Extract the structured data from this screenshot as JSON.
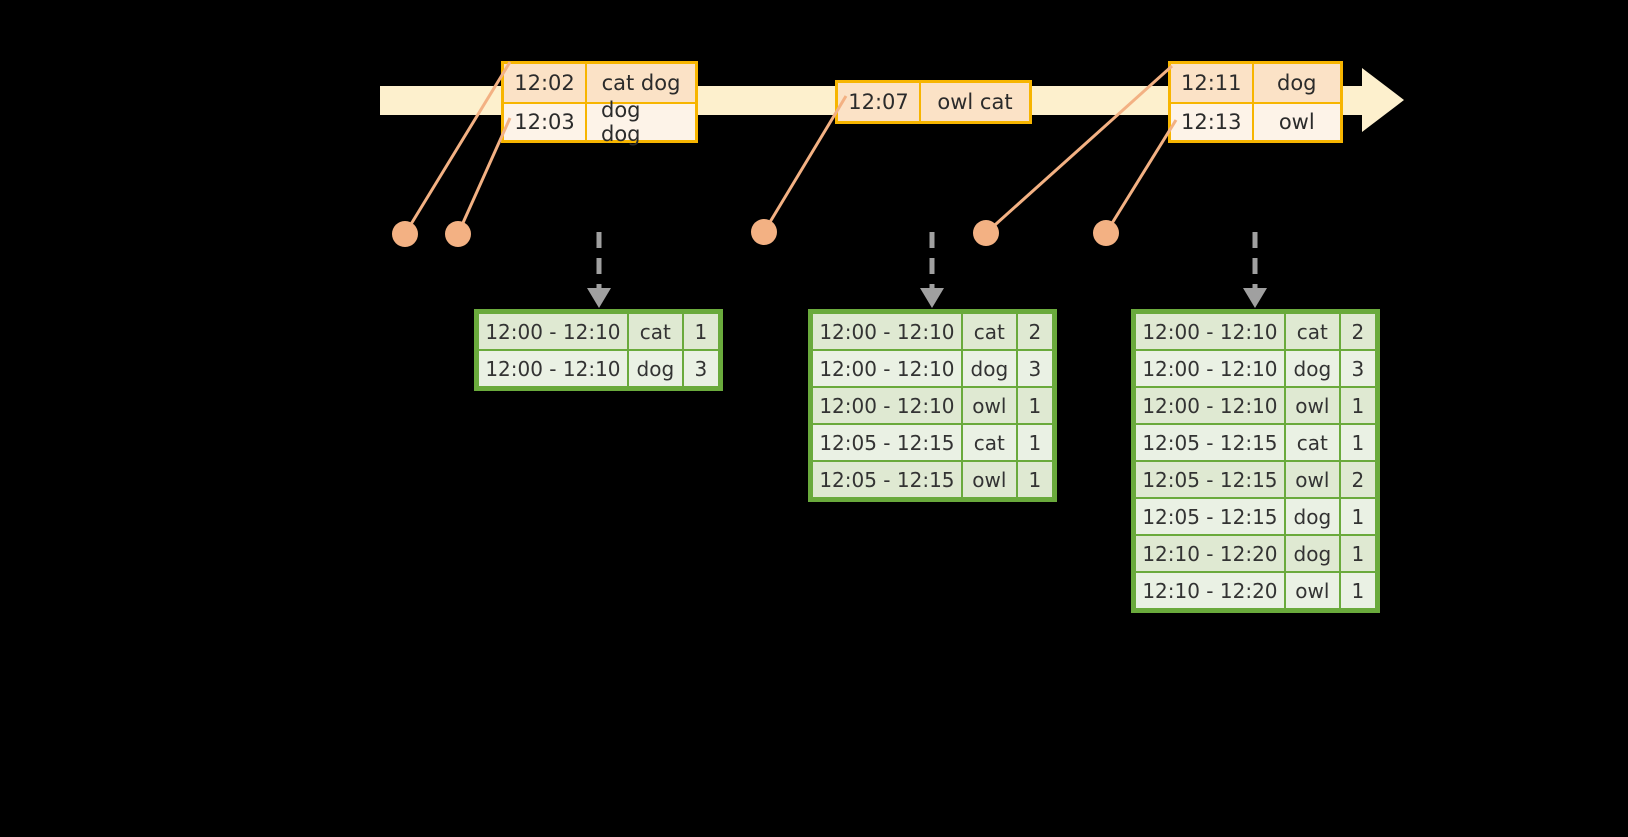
{
  "diagram": {
    "title": "windowed-word-count-stream",
    "colors": {
      "timeline": "#fdf0cd",
      "event_border": "#f7b500",
      "event_fill": "#fbe2c6",
      "event_fill_alt": "#fdf3e8",
      "table_border": "#6aaa3c",
      "table_fill": "#dfe9d2",
      "table_fill_alt": "#eaf1e4",
      "connector": "#f3b183",
      "dashed_arrow": "#a0a0a0",
      "background": "#000000"
    }
  },
  "timeline": {
    "events": [
      {
        "id": "event-box-1",
        "rows": [
          {
            "time": "12:02",
            "words": "cat dog"
          },
          {
            "time": "12:03",
            "words": "dog dog"
          }
        ]
      },
      {
        "id": "event-box-2",
        "rows": [
          {
            "time": "12:07",
            "words": "owl cat"
          }
        ]
      },
      {
        "id": "event-box-3",
        "rows": [
          {
            "time": "12:11",
            "words": "dog"
          },
          {
            "time": "12:13",
            "words": "owl"
          }
        ]
      }
    ]
  },
  "results": [
    {
      "id": "result-table-1",
      "rows": [
        {
          "window": "12:00 - 12:10",
          "word": "cat",
          "count": "1"
        },
        {
          "window": "12:00 - 12:10",
          "word": "dog",
          "count": "3"
        }
      ]
    },
    {
      "id": "result-table-2",
      "rows": [
        {
          "window": "12:00 - 12:10",
          "word": "cat",
          "count": "2"
        },
        {
          "window": "12:00 - 12:10",
          "word": "dog",
          "count": "3"
        },
        {
          "window": "12:00 - 12:10",
          "word": "owl",
          "count": "1"
        },
        {
          "window": "12:05 - 12:15",
          "word": "cat",
          "count": "1"
        },
        {
          "window": "12:05 - 12:15",
          "word": "owl",
          "count": "1"
        }
      ]
    },
    {
      "id": "result-table-3",
      "rows": [
        {
          "window": "12:00 - 12:10",
          "word": "cat",
          "count": "2"
        },
        {
          "window": "12:00 - 12:10",
          "word": "dog",
          "count": "3"
        },
        {
          "window": "12:00 - 12:10",
          "word": "owl",
          "count": "1"
        },
        {
          "window": "12:05 - 12:15",
          "word": "cat",
          "count": "1"
        },
        {
          "window": "12:05 - 12:15",
          "word": "owl",
          "count": "2"
        },
        {
          "window": "12:05 - 12:15",
          "word": "dog",
          "count": "1"
        },
        {
          "window": "12:10 - 12:20",
          "word": "dog",
          "count": "1"
        },
        {
          "window": "12:10 - 12:20",
          "word": "owl",
          "count": "1"
        }
      ]
    }
  ]
}
